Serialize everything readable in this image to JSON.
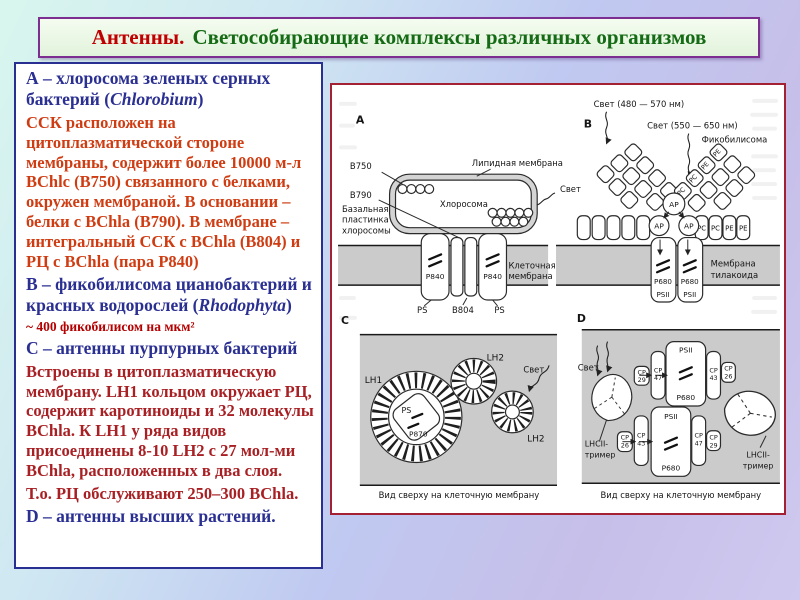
{
  "title": {
    "red": "Антенны.",
    "rest": "Светособирающие комплексы  различных организмов"
  },
  "colors": {
    "title_red": "#c00000",
    "title_green": "#156b15",
    "heading_blue": "#2a2f92",
    "body_orange_red": "#cf3c12",
    "body_crimson": "#a82024",
    "figure_border": "#a32133",
    "title_border_purple": "#7c2f90"
  },
  "notes": {
    "a_head_pre": "А – хлоросома зеленых серных бактерий (",
    "a_head_it": "Chlorobium",
    "a_head_post": ")",
    "a_body": "ССК расположен на цитоплазматической стороне мембраны, содержит более 10000 м-л BChlc (B750) связанного с белками, окружен мембраной.   В основании – белки с BChla (B790). В мембране – интегральный ССК с BChla (B804) и РЦ с BChla (пара Р840)",
    "b_head_pre": "В – фикобилисома цианобактерий и красных водорослей (",
    "b_head_it": "Rhodophyta",
    "b_head_post": ")",
    "b_note": "~ 400 фикобилисом на мкм²",
    "c_head": "С – антенны пурпурных бактерий",
    "c_body": "Встроены в цитоплазматическую мембрану. LH1 кольцом окружает РЦ, содержит каротиноиды и 32 молекулы BChla. К LH1 у ряда видов присоединены 8-10 LH2 с 27 мол-ми BChla, расположенных в два слоя.",
    "c_note": "Т.о. РЦ обслуживают 250–300 BChla.",
    "d_head": "D – антенны высших растений."
  },
  "figure": {
    "labels": {
      "a": "A",
      "b": "B",
      "c": "C",
      "d": "D",
      "b750": "B750",
      "b790": "B790",
      "b804": "B804",
      "p840": "P840",
      "ps": "PS",
      "lipid": "Липидная мембрана",
      "basal1": "Базальная",
      "basal2": "пластинка",
      "basal3": "хлоросомы",
      "chlorosome": "Хлоросома",
      "cell1": "Клеточная",
      "cell2": "мембрана",
      "light": "Свет",
      "light480": "Свет (480 — 570 нм)",
      "light550": "Свет (550 — 650 нм)",
      "phyco": "Фикобилисома",
      "ap": "AP",
      "pc": "PC",
      "pe": "PE",
      "thyl1": "Мембрана",
      "thyl2": "тилакоида",
      "p680": "P680",
      "psii": "PSII",
      "lh1": "LH1",
      "lh2": "LH2",
      "p870": "P870",
      "topview": "Вид сверху на клеточную мембрану",
      "cp": "CP",
      "n29": "29",
      "n47": "47",
      "n43": "43",
      "n26": "26",
      "lhcii1": "LHCII-",
      "lhcii2": "тример"
    }
  }
}
